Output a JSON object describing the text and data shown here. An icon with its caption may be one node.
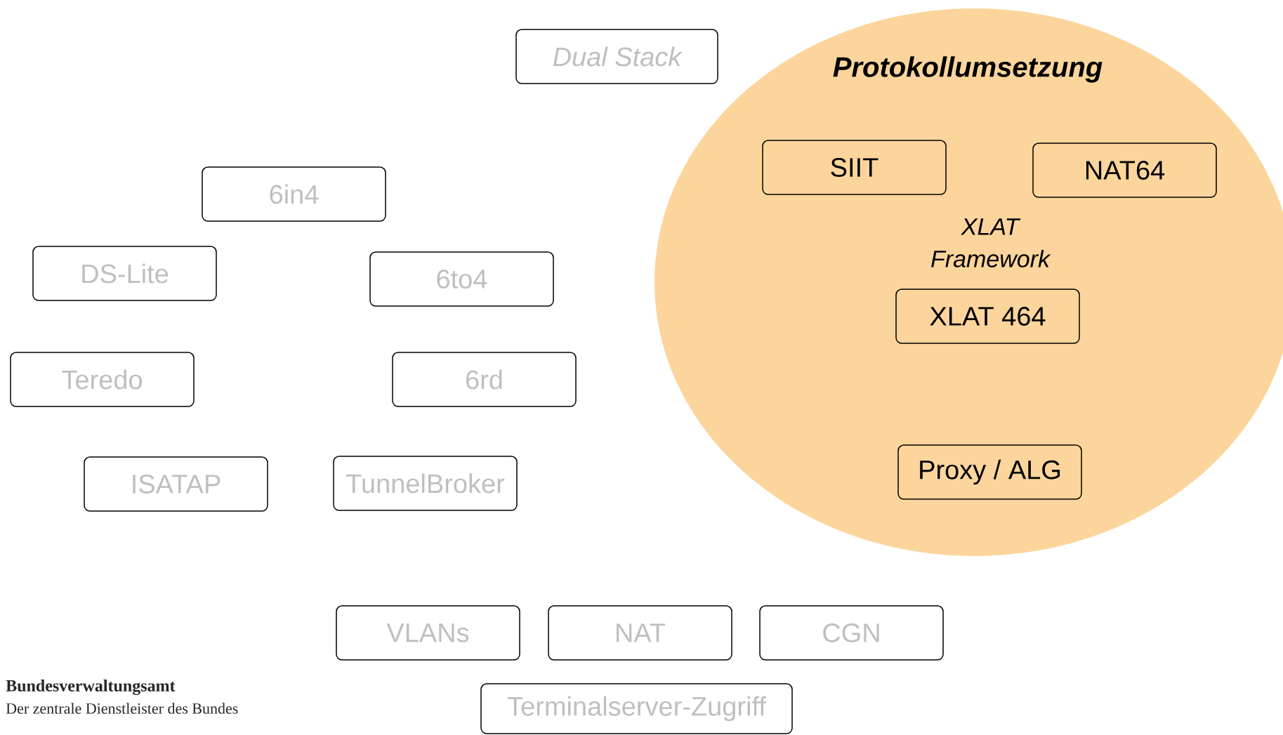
{
  "diagram": {
    "nodes": [
      {
        "text": [
          "Dual Stack"
        ]
      },
      {
        "text": [
          "6in4"
        ]
      },
      {
        "text": [
          "DS-Lite"
        ]
      },
      {
        "text": [
          "6to4"
        ]
      },
      {
        "text": [
          "Teredo"
        ]
      },
      {
        "text": [
          "6rd"
        ]
      },
      {
        "text": [
          "ISATAP"
        ]
      },
      {
        "text": [
          "TunnelBroker"
        ]
      },
      {
        "text": [
          "Protokollumsetzung",
          "XLAT Framework"
        ]
      },
      {
        "text": [
          "SIIT"
        ],
        "in": 8
      },
      {
        "text": [
          "NAT64"
        ],
        "in": 8
      },
      {
        "text": [
          "XLAT 464"
        ],
        "in": 8
      },
      {
        "text": [
          "Proxy / ALG"
        ],
        "in": 8
      },
      {
        "text": [
          "VLANs"
        ]
      },
      {
        "text": [
          "NAT"
        ]
      },
      {
        "text": [
          "CGN"
        ]
      },
      {
        "text": [
          "Terminalserver-Zugriff"
        ]
      }
    ],
    "labels": [
      "Bundesverwaltungsamt",
      "Der zentrale Dienstleister des Bundes"
    ]
  }
}
